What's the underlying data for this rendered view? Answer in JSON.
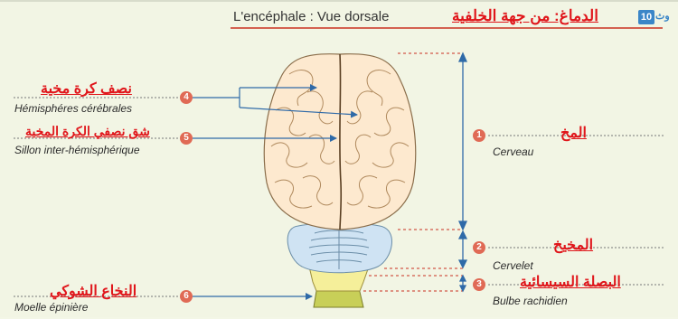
{
  "title_fr": "L'encéphale : Vue dorsale",
  "title_ar": "الدماغ: من جهة الخلفية",
  "badge": {
    "text": "10",
    "prefix": "وث"
  },
  "labels": {
    "hemispheres": {
      "num": "4",
      "fr": "Hémisphéres cérébrales",
      "ar": "نصف كرة مخية"
    },
    "sillon": {
      "num": "5",
      "fr": "Sillon inter-hémisphérique",
      "ar": "شق نصفي الكرة المخية"
    },
    "cerveau": {
      "num": "1",
      "fr": "Cerveau",
      "ar": "المخ"
    },
    "cervelet": {
      "num": "2",
      "fr": "Cervelet",
      "ar": "المخيخ"
    },
    "bulbe": {
      "num": "3",
      "fr": "Bulbe rachidien",
      "ar": "البصلة السيسائية"
    },
    "moelle": {
      "num": "6",
      "fr": "Moelle épinière",
      "ar": "النخاع الشوكي"
    }
  },
  "colors": {
    "accent_red": "#e0161b",
    "circle_red": "#e06a55",
    "arrow_blue": "#2f6aa8",
    "brain_fill": "#fde9cf",
    "cerebellum_fill": "#cfe3f3",
    "bulbe_fill": "#f5ef9a",
    "moelle_fill": "#c8cf58"
  }
}
